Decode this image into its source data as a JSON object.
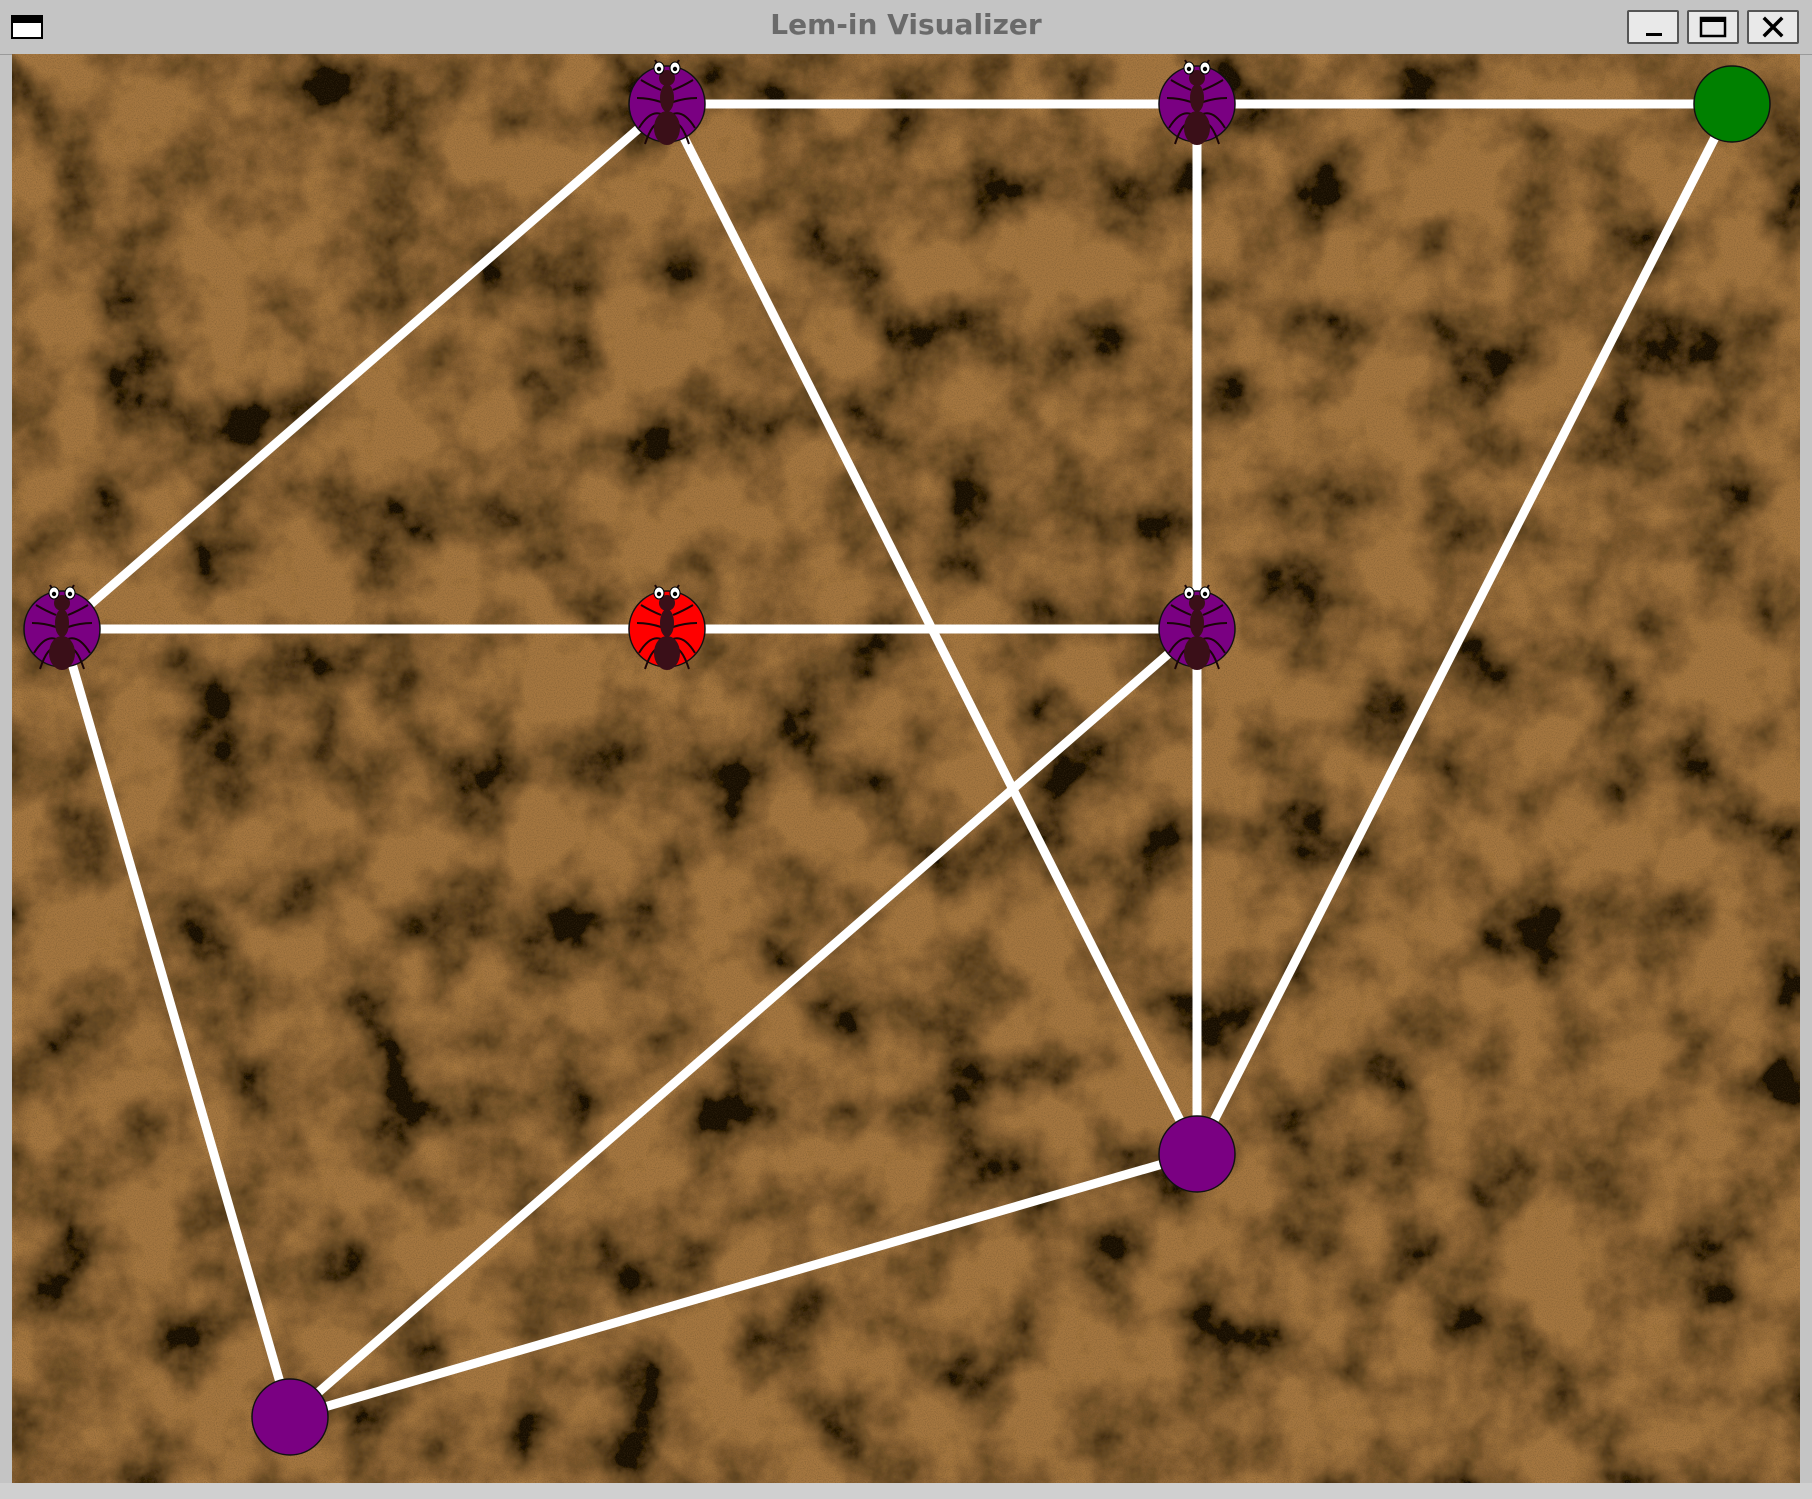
{
  "window": {
    "title": "Lem-in Visualizer",
    "menu_icon": "window-menu-icon",
    "controls": [
      "minimize-icon",
      "maximize-icon",
      "close-icon"
    ]
  },
  "colors": {
    "dirt_base": "#7a5a33",
    "dirt_dark": "#2a1c0e",
    "link": "#ffffff",
    "room_default": "#7a0082",
    "room_start": "#ff0000",
    "room_end": "#008000",
    "ant_body": "#3a0f18"
  },
  "rooms": [
    {
      "id": "r1",
      "kind": "room",
      "has_ant": true
    },
    {
      "id": "r2",
      "kind": "room",
      "has_ant": true
    },
    {
      "id": "end",
      "kind": "end",
      "has_ant": false
    },
    {
      "id": "r4",
      "kind": "room",
      "has_ant": true
    },
    {
      "id": "start",
      "kind": "start",
      "has_ant": true
    },
    {
      "id": "r6",
      "kind": "room",
      "has_ant": true
    },
    {
      "id": "r7",
      "kind": "room",
      "has_ant": false
    },
    {
      "id": "r8",
      "kind": "room",
      "has_ant": false
    }
  ],
  "links": [
    [
      "r1",
      "r2"
    ],
    [
      "r2",
      "end"
    ],
    [
      "r1",
      "r4"
    ],
    [
      "r1",
      "r7"
    ],
    [
      "r2",
      "r6"
    ],
    [
      "end",
      "r7"
    ],
    [
      "r4",
      "start"
    ],
    [
      "start",
      "r6"
    ],
    [
      "r4",
      "r8"
    ],
    [
      "r8",
      "r6"
    ],
    [
      "r8",
      "r7"
    ],
    [
      "r6",
      "r7"
    ]
  ]
}
